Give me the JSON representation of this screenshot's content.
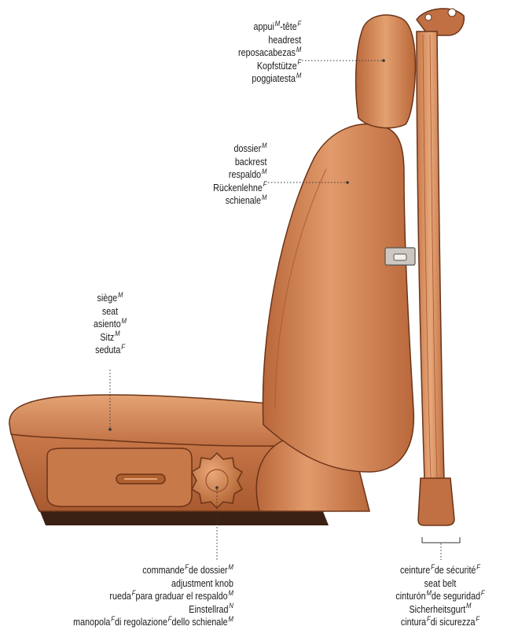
{
  "colors": {
    "leather_main": "#c8794a",
    "leather_light": "#e09a6c",
    "leather_dark": "#8f4a24",
    "outline": "#6b3418",
    "base": "#3a1f12",
    "leader": "#333333"
  },
  "labels": {
    "headrest": [
      {
        "text": "appui",
        "g": "M",
        "t2": "-tête",
        "g2": "F"
      },
      {
        "text": "headrest"
      },
      {
        "text": "reposacabezas",
        "g": "M"
      },
      {
        "text": "Kopfstütze",
        "g": "F"
      },
      {
        "text": "poggiatesta",
        "g": "M"
      }
    ],
    "backrest": [
      {
        "text": "dossier",
        "g": "M"
      },
      {
        "text": "backrest"
      },
      {
        "text": "respaldo",
        "g": "M"
      },
      {
        "text": "Rückenlehne",
        "g": "F"
      },
      {
        "text": "schienale",
        "g": "M"
      }
    ],
    "seat": [
      {
        "text": "siège",
        "g": "M"
      },
      {
        "text": "seat"
      },
      {
        "text": "asiento",
        "g": "M"
      },
      {
        "text": "Sitz",
        "g": "M"
      },
      {
        "text": "seduta",
        "g": "F"
      }
    ],
    "knob": [
      {
        "text": "commande",
        "g": "F",
        "t2": "de dossier",
        "g2": "M"
      },
      {
        "text": "adjustment knob"
      },
      {
        "text": "rueda",
        "g": "F",
        "t2": "para graduar el respaldo",
        "g2": "M"
      },
      {
        "text": "Einstellrad",
        "g": "N"
      },
      {
        "text": "manopola",
        "g": "F",
        "t2": "di regolazione",
        "g2": "F",
        "t3": "dello schienale",
        "g3": "M"
      }
    ],
    "belt": [
      {
        "text": "ceinture",
        "g": "F",
        "t2": "de sécurité",
        "g2": "F"
      },
      {
        "text": "seat belt"
      },
      {
        "text": "cinturón",
        "g": "M",
        "t2": "de seguridad",
        "g2": "F"
      },
      {
        "text": "Sicherheitsgurt",
        "g": "M"
      },
      {
        "text": "cintura",
        "g": "F",
        "t2": "di sicurezza",
        "g2": "F"
      }
    ]
  }
}
